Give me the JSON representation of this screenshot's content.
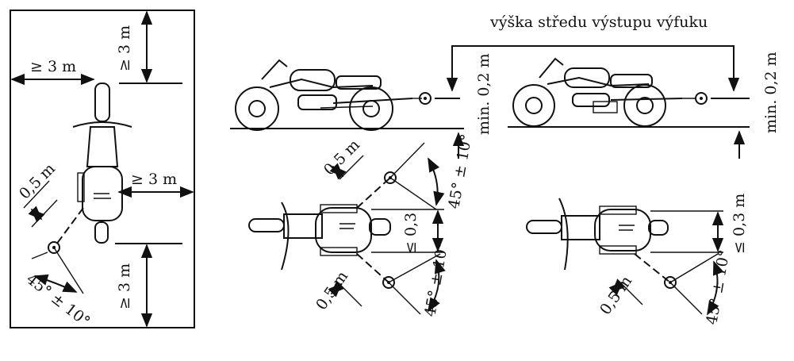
{
  "labels": {
    "ge3m": "≥ 3 m",
    "half_m": "0,5 m",
    "angle": "45° ± 10°",
    "le03": "≤ 0,3",
    "le03m": "≤ 0,3 m",
    "min02m": "min. 0,2 m",
    "exhaust_height": "výška středu výstupu výfuku"
  }
}
